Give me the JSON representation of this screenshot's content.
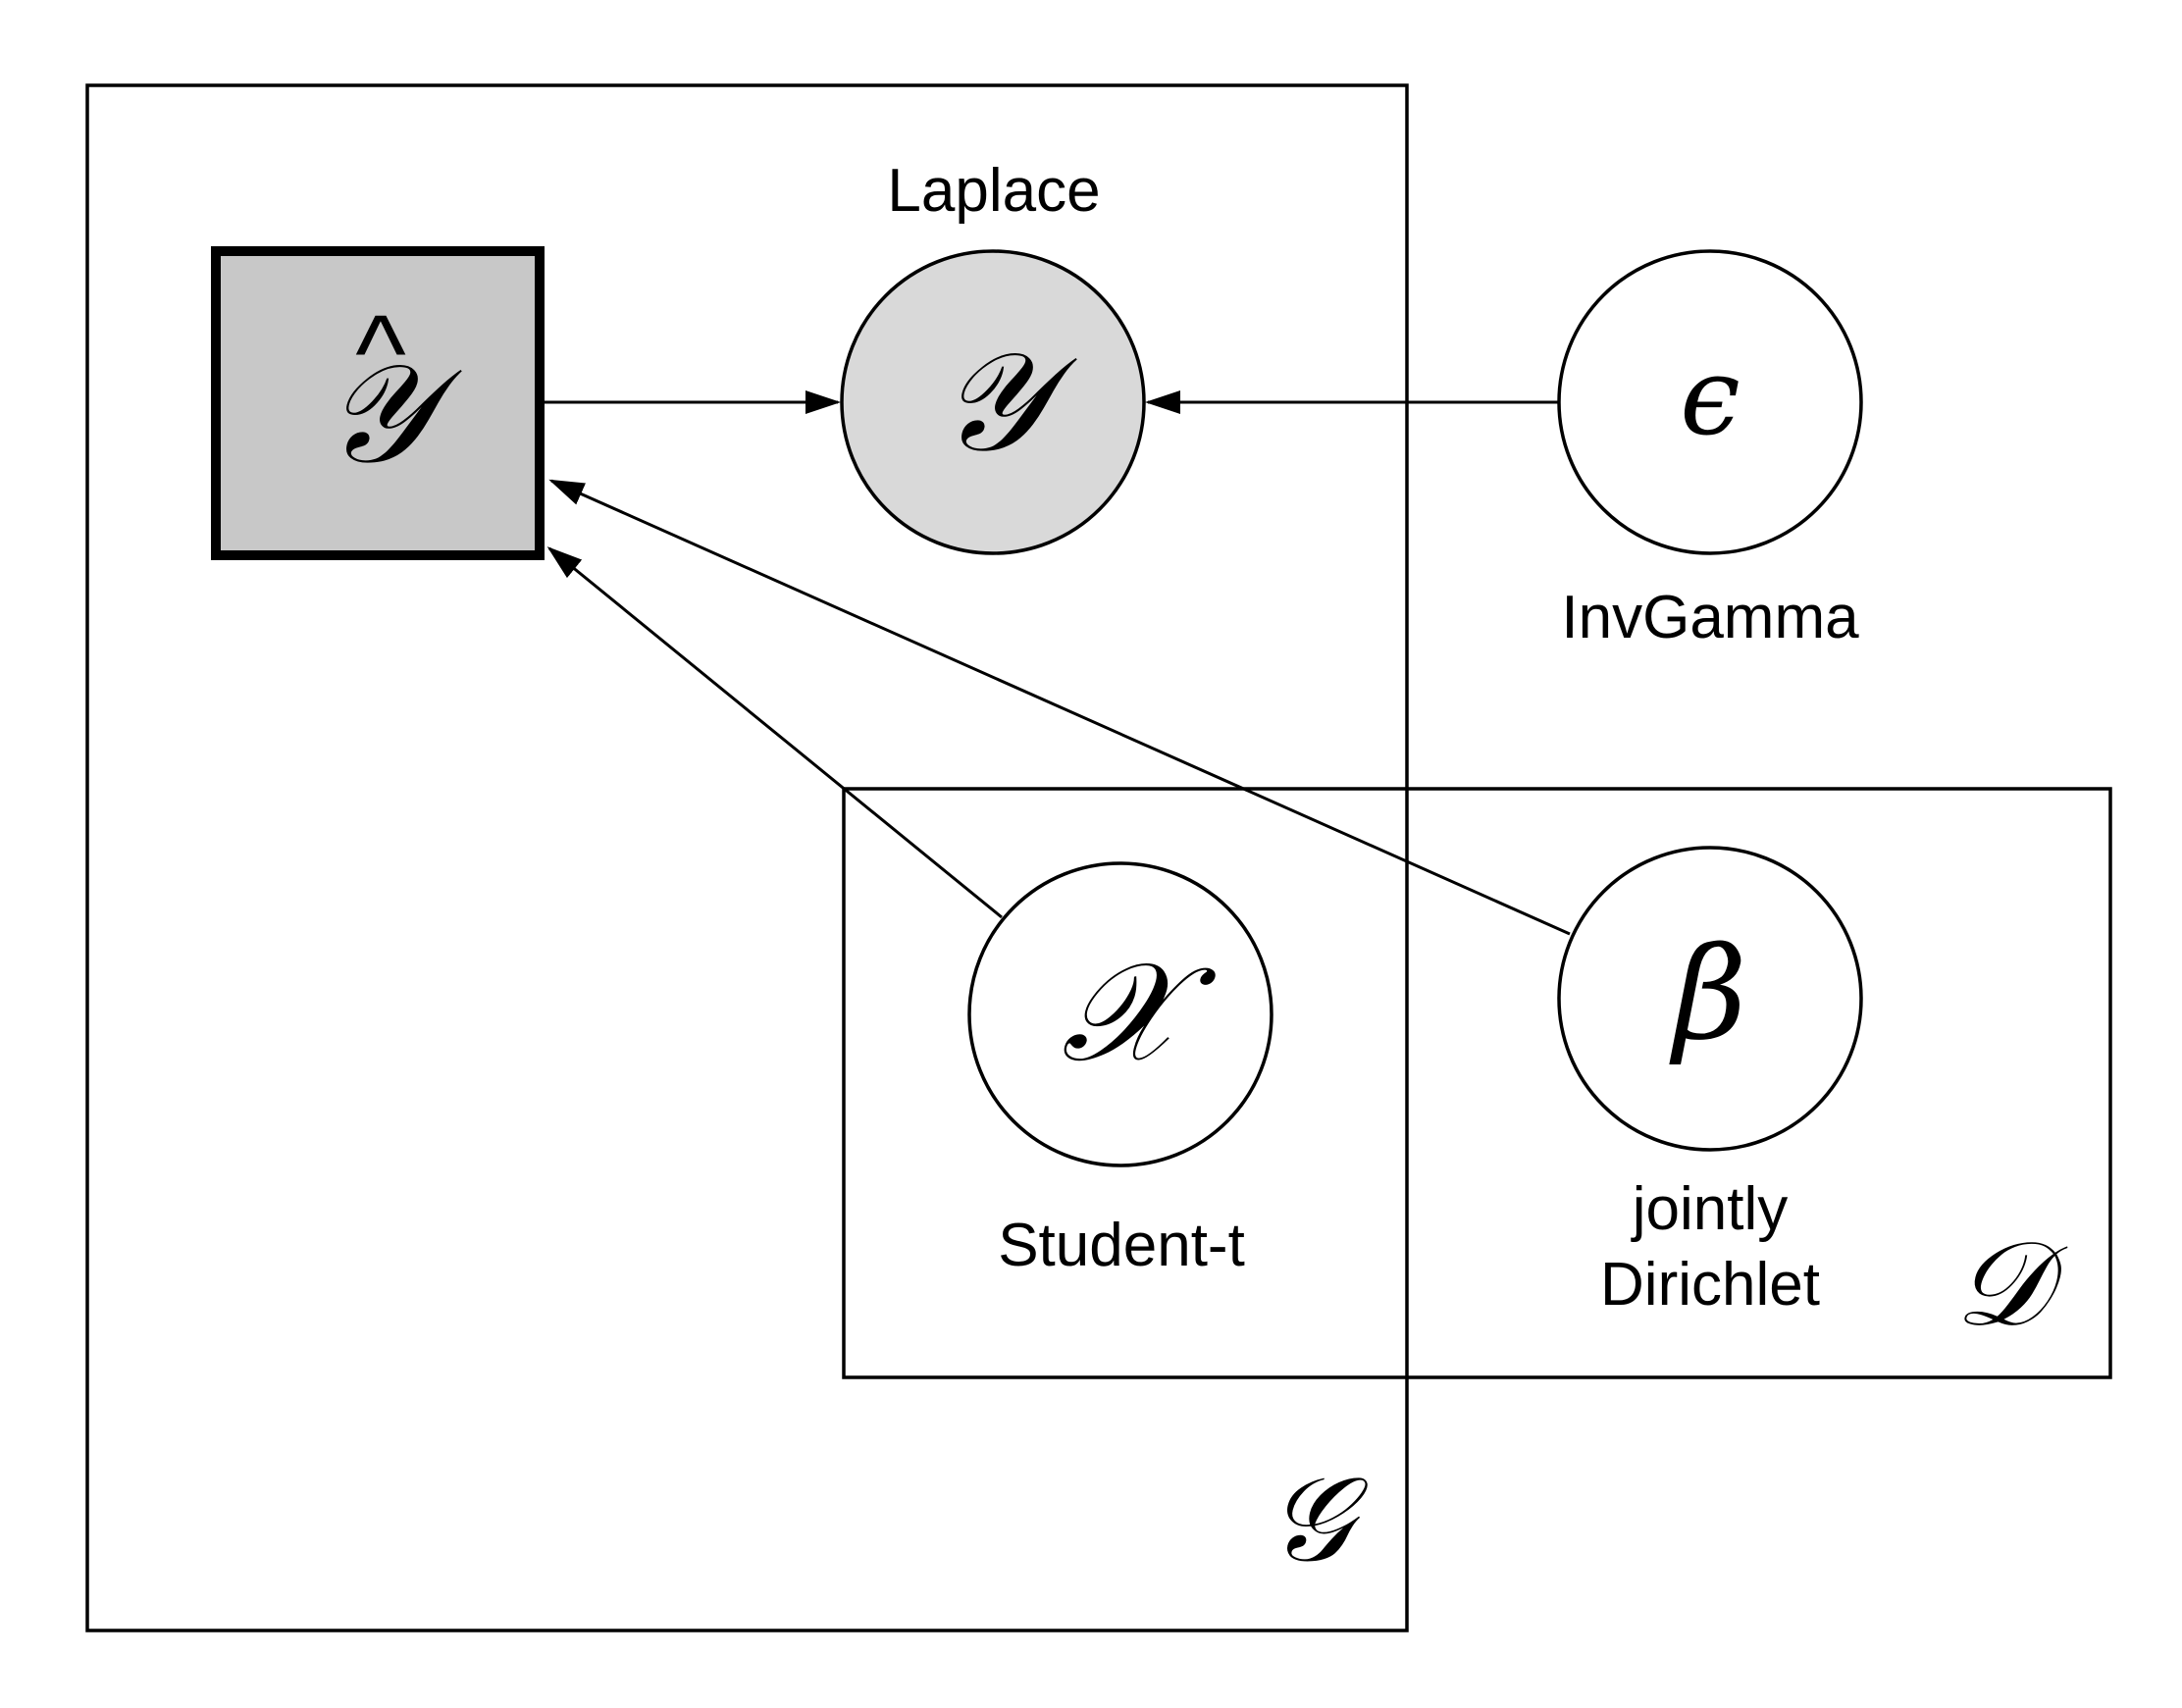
{
  "diagram": {
    "colors": {
      "stroke": "#000000",
      "observed_fill": "#d9d9d9",
      "deterministic_fill": "#c8c8c8",
      "latent_fill": "#ffffff"
    },
    "plates": {
      "g": {
        "label": "𝒢"
      },
      "d": {
        "label": "𝒟"
      }
    },
    "nodes": {
      "y_hat": {
        "symbol": "𝒴",
        "hat": "^",
        "kind": "deterministic"
      },
      "y": {
        "symbol": "𝒴",
        "distribution": "Laplace",
        "kind": "observed"
      },
      "epsilon": {
        "symbol": "ϵ",
        "distribution": "InvGamma",
        "kind": "latent"
      },
      "x": {
        "symbol": "𝒳",
        "distribution": "Student-t",
        "kind": "latent"
      },
      "beta": {
        "symbol": "β",
        "distribution_line1": "jointly",
        "distribution_line2": "Dirichlet",
        "kind": "latent"
      }
    },
    "edges": [
      {
        "from": "y_hat",
        "to": "y"
      },
      {
        "from": "epsilon",
        "to": "y"
      },
      {
        "from": "x",
        "to": "y_hat"
      },
      {
        "from": "beta",
        "to": "y_hat"
      }
    ]
  }
}
